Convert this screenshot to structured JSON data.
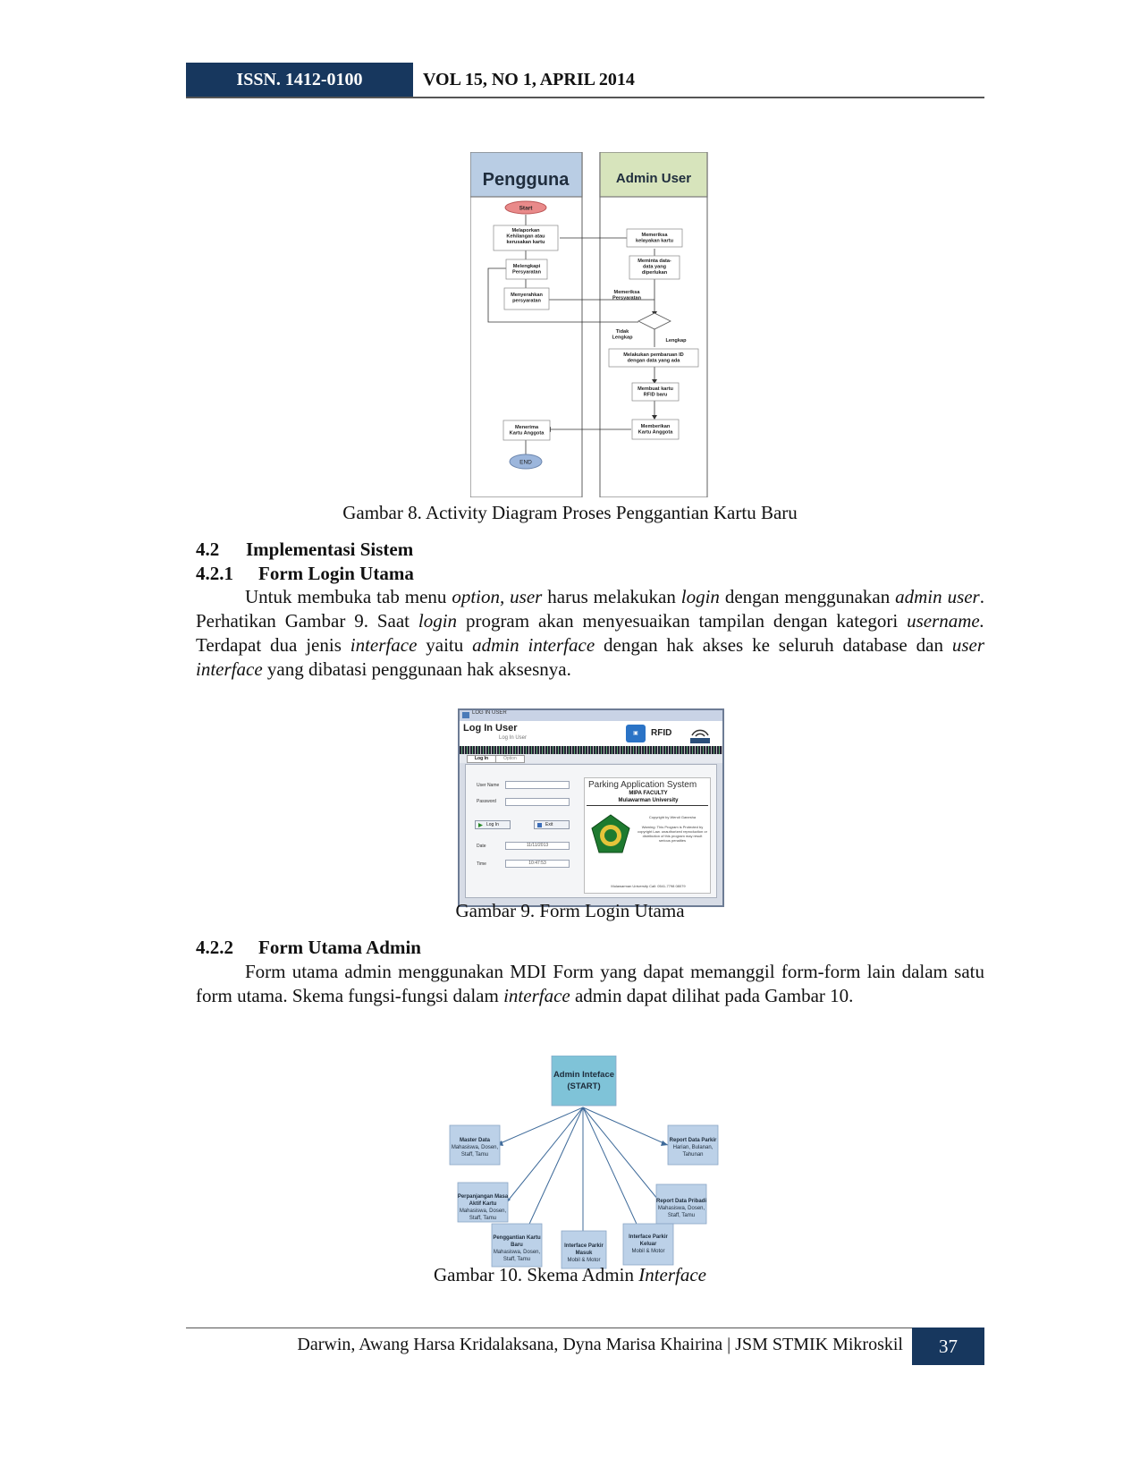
{
  "header": {
    "issn": "ISSN. 1412-0100",
    "volume": "VOL 15, NO 1, APRIL 2014"
  },
  "figure8": {
    "caption": "Gambar 8.  Activity Diagram Proses Penggantian Kartu Baru",
    "lane_left": "Pengguna",
    "lane_right": "Admin User",
    "start": "Start",
    "end": "END",
    "nodes": {
      "lapor": [
        "Melaporkan",
        "Kehilangan atau",
        "kerusakan kartu"
      ],
      "lengkapi": [
        "Melengkapi",
        "Persyaratan"
      ],
      "serahkan": [
        "Menyerahkan",
        "persyaratan"
      ],
      "terima": [
        "Menerima",
        "Kartu Anggota"
      ],
      "periksa_kelayakan": [
        "Memeriksa",
        "kelayakan kartu"
      ],
      "minta_data": [
        "Meminta data-",
        "data yang",
        "diperlukan"
      ],
      "periksa_syarat": [
        "Memeriksa",
        "Persyaratan"
      ],
      "perbaruan": [
        "Melakukan pembaruan ID",
        "dengan data yang ada"
      ],
      "buat_kartu": [
        "Membuat kartu",
        "RFID baru"
      ],
      "beri_kartu": [
        "Memberikan",
        "Kartu Anggota"
      ]
    },
    "decision_no": [
      "Tidak",
      "Lengkap"
    ],
    "decision_yes": "Lengkap"
  },
  "section_4_2": {
    "number": "4.2",
    "title": "Implementasi Sistem"
  },
  "section_4_2_1": {
    "number": "4.2.1",
    "title": "Form Login Utama"
  },
  "para1": {
    "s1": "Untuk membuka tab menu ",
    "i1": "option, user",
    "s2": " harus melakukan ",
    "i2": "login",
    "s3": " dengan menggunakan ",
    "i3": "admin user",
    "s4": ". Perhatikan Gambar 9. Saat ",
    "i4": "login",
    "s5": " program akan menyesuaikan tampilan dengan kategori ",
    "i5": "username.",
    "s6": " Terdapat dua jenis ",
    "i6": "interface",
    "s7": " yaitu ",
    "i7": "admin interface",
    "s8": " dengan hak akses ke seluruh database dan ",
    "i8": "user interface",
    "s9": " yang dibatasi penggunaan hak aksesnya."
  },
  "figure9": {
    "caption": "Gambar 9. Form Login Utama",
    "window_title": "LOG IN USER",
    "banner_title": "Log In User",
    "banner_sub": "Log In User",
    "rfid": "RFID",
    "tab_login": "Log In",
    "tab_option": "Option",
    "label_username": "User Name",
    "label_password": "Password",
    "btn_login": "Log In",
    "btn_exit": "Exit",
    "label_date": "Date",
    "label_time": "Time",
    "date_value": "11/11/2013",
    "time_value": "10:47:53",
    "info_title": "Parking Application System",
    "info_faculty": "MIPA FACULTY",
    "info_univ": "Mulawarman University",
    "copyright": "Copyright by Wendi Ganesha",
    "warning": "Warning: This Program is Protected by copyright Law. unauthorized reproduction or distribution of this program may result serious penalties",
    "footer": "Mulawarman University Call: 0541-7798 08079"
  },
  "section_4_2_2": {
    "number": "4.2.2",
    "title": "Form Utama Admin"
  },
  "para2": {
    "s1": "Form utama admin menggunakan MDI Form yang dapat memanggil form-form lain dalam satu form utama. Skema fungsi-fungsi dalam ",
    "i1": "interface",
    "s2": " admin dapat dilihat pada Gambar 10."
  },
  "figure10": {
    "caption_prefix": "Gambar 10. Skema Admin ",
    "caption_italic": "Interface",
    "center": [
      "Admin Inteface",
      "(START)"
    ],
    "master": [
      "Master Data",
      "Mahasiswa, Dosen,",
      "Staff, Tamu"
    ],
    "report_parkir": [
      "Report Data Parkir",
      "Harian, Bulanan,",
      "Tahunan"
    ],
    "perpanjangan": [
      "Perpanjangan Masa",
      "Aktif Kartu",
      "Mahasiswa, Dosen,",
      "Staff, Tamu"
    ],
    "report_pribadi": [
      "Report Data Pribadi",
      "Mahasiswa, Dosen,",
      "Staff, Tamu"
    ],
    "penggantian": [
      "Penggantian Kartu",
      "Baru",
      "Mahasiswa, Dosen,",
      "Staff, Tamu"
    ],
    "masuk": [
      "Interface Parkir",
      "Masuk",
      "Mobil & Motor"
    ],
    "keluar": [
      "Interface Parkir",
      "Keluar",
      "Mobil & Motor"
    ]
  },
  "footer": {
    "authors": "Darwin, Awang Harsa Kridalaksana, Dyna Marisa Khairina  | JSM STMIK Mikroskil",
    "page": "37"
  }
}
